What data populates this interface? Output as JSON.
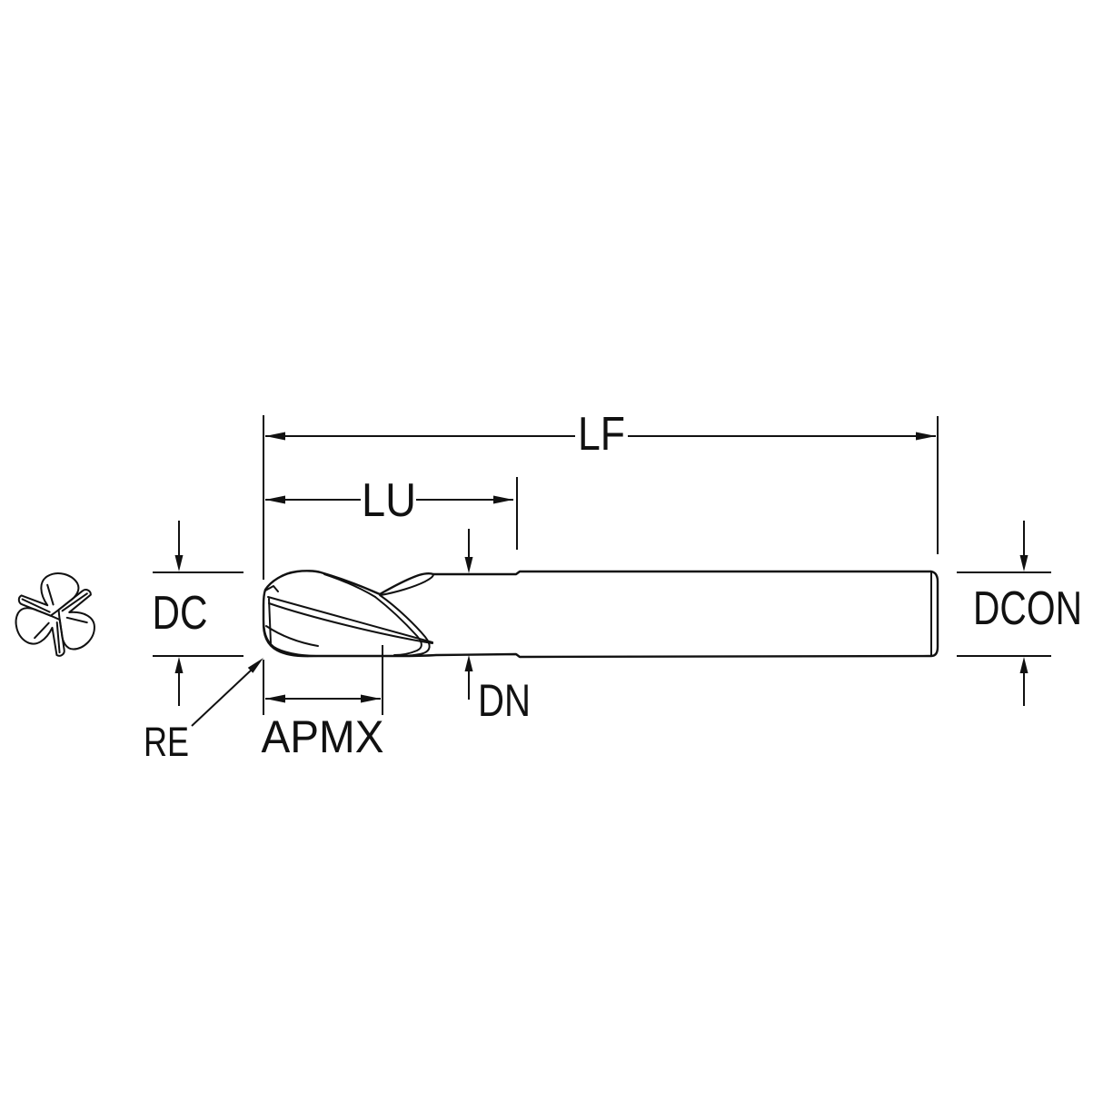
{
  "drawing": {
    "type": "technical-dimension-diagram",
    "subject": "3-flute end mill shown in end view and side view with dimension callouts",
    "background_color": "#ffffff",
    "line_color": "#111111",
    "labels": {
      "lf": "LF",
      "lu": "LU",
      "dc": "DC",
      "dcon": "DCON",
      "dn": "DN",
      "apmx": "APMX",
      "re": "RE"
    }
  }
}
